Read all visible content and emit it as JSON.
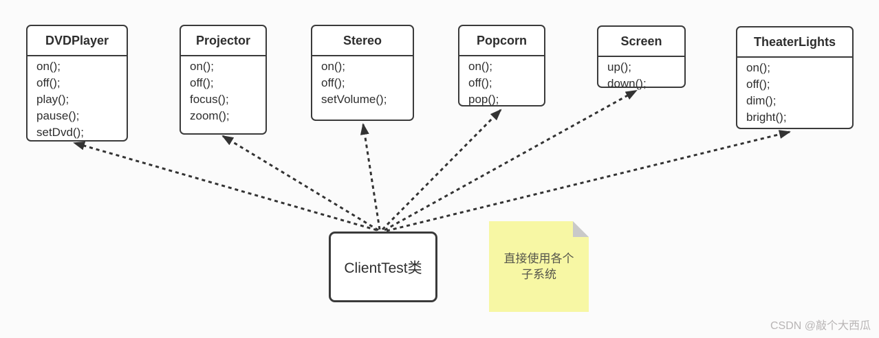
{
  "page": {
    "watermark": "CSDN @敲个大西瓜"
  },
  "diagram": {
    "classes": [
      {
        "name": "DVDPlayer",
        "methods": [
          "on();",
          "off();",
          "play();",
          "pause();",
          "setDvd();"
        ]
      },
      {
        "name": "Projector",
        "methods": [
          "on();",
          "off();",
          "focus();",
          "zoom();"
        ]
      },
      {
        "name": "Stereo",
        "methods": [
          "on();",
          "off();",
          "setVolume();"
        ]
      },
      {
        "name": "Popcorn",
        "methods": [
          "on();",
          "off();",
          "pop();"
        ]
      },
      {
        "name": "Screen",
        "methods": [
          "up();",
          "down();"
        ]
      },
      {
        "name": "TheaterLights",
        "methods": [
          "on();",
          "off();",
          "dim();",
          "bright();"
        ]
      }
    ],
    "client": {
      "label": "ClientTest类"
    },
    "note": {
      "lines": [
        "直接使用各个",
        "子系统"
      ]
    },
    "arrows": [
      "client-to-dvdplayer",
      "client-to-projector",
      "client-to-stereo",
      "client-to-popcorn",
      "client-to-screen",
      "client-to-theaterlights"
    ],
    "colors": {
      "box_border": "#3a3a3a",
      "box_fill": "#ffffff",
      "text": "#2e2e2e",
      "arrow": "#333333",
      "note_fill": "#f7f7a4",
      "note_fold": "#c9c9c9",
      "note_text": "#55554b",
      "watermark": "#b8b5b5"
    }
  }
}
